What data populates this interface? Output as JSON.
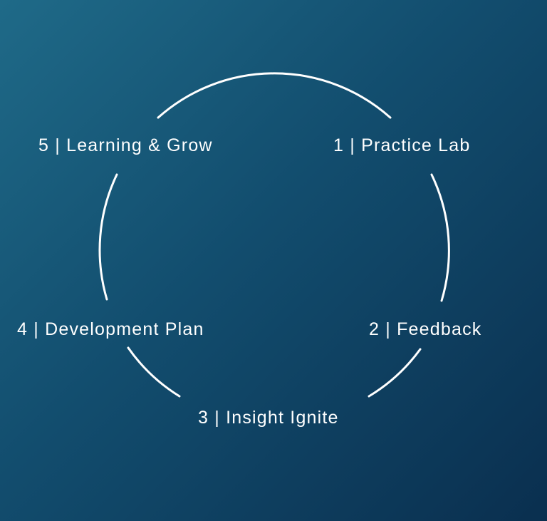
{
  "cycle": {
    "steps": [
      {
        "label": "1 | Practice Lab"
      },
      {
        "label": "2 | Feedback"
      },
      {
        "label": "3 | Insight Ignite"
      },
      {
        "label": "4 | Development Plan"
      },
      {
        "label": "5 | Learning & Grow"
      }
    ]
  },
  "colors": {
    "background_start": "#1f6a88",
    "background_end": "#0a2f4f",
    "line": "#ffffff",
    "text": "#ffffff"
  }
}
